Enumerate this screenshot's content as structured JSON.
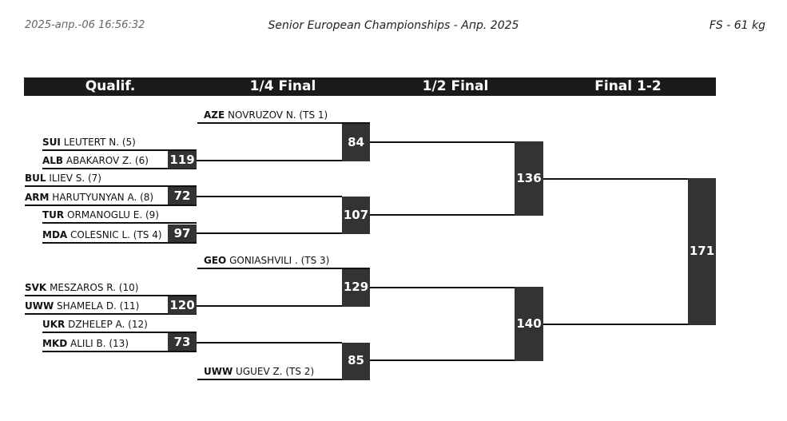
{
  "header": {
    "timestamp": "2025-апр.-06 16:56:32",
    "event": "Senior European Championships - Апр. 2025",
    "category": "FS - 61 kg"
  },
  "rounds": [
    "Qualif.",
    "1/4 Final",
    "1/2 Final",
    "Final 1-2"
  ],
  "wrestlers": [
    {
      "country": "AZE",
      "name": "NOVRUZOV N. (TS 1)"
    },
    {
      "country": "SUI",
      "name": "LEUTERT N. (5)"
    },
    {
      "country": "ALB",
      "name": "ABAKAROV Z. (6)"
    },
    {
      "country": "BUL",
      "name": "ILIEV S. (7)"
    },
    {
      "country": "ARM",
      "name": "HARUTYUNYAN A. (8)"
    },
    {
      "country": "TUR",
      "name": "ORMANOGLU E. (9)"
    },
    {
      "country": "MDA",
      "name": "COLESNIC L. (TS 4)"
    },
    {
      "country": "GEO",
      "name": "GONIASHVILI . (TS 3)"
    },
    {
      "country": "SVK",
      "name": "MESZAROS R. (10)"
    },
    {
      "country": "UWW",
      "name": "SHAMELA D. (11)"
    },
    {
      "country": "UKR",
      "name": "DZHELEP A. (12)"
    },
    {
      "country": "MKD",
      "name": "ALILI B. (13)"
    },
    {
      "country": "UWW",
      "name": "UGUEV Z. (TS 2)"
    }
  ],
  "bouts": {
    "q1": "119",
    "q2": "72",
    "q3": "97",
    "q4": "120",
    "q5": "73",
    "qf1": "84",
    "qf2": "107",
    "qf3": "129",
    "qf4": "85",
    "sf1": "136",
    "sf2": "140",
    "final": "171"
  }
}
